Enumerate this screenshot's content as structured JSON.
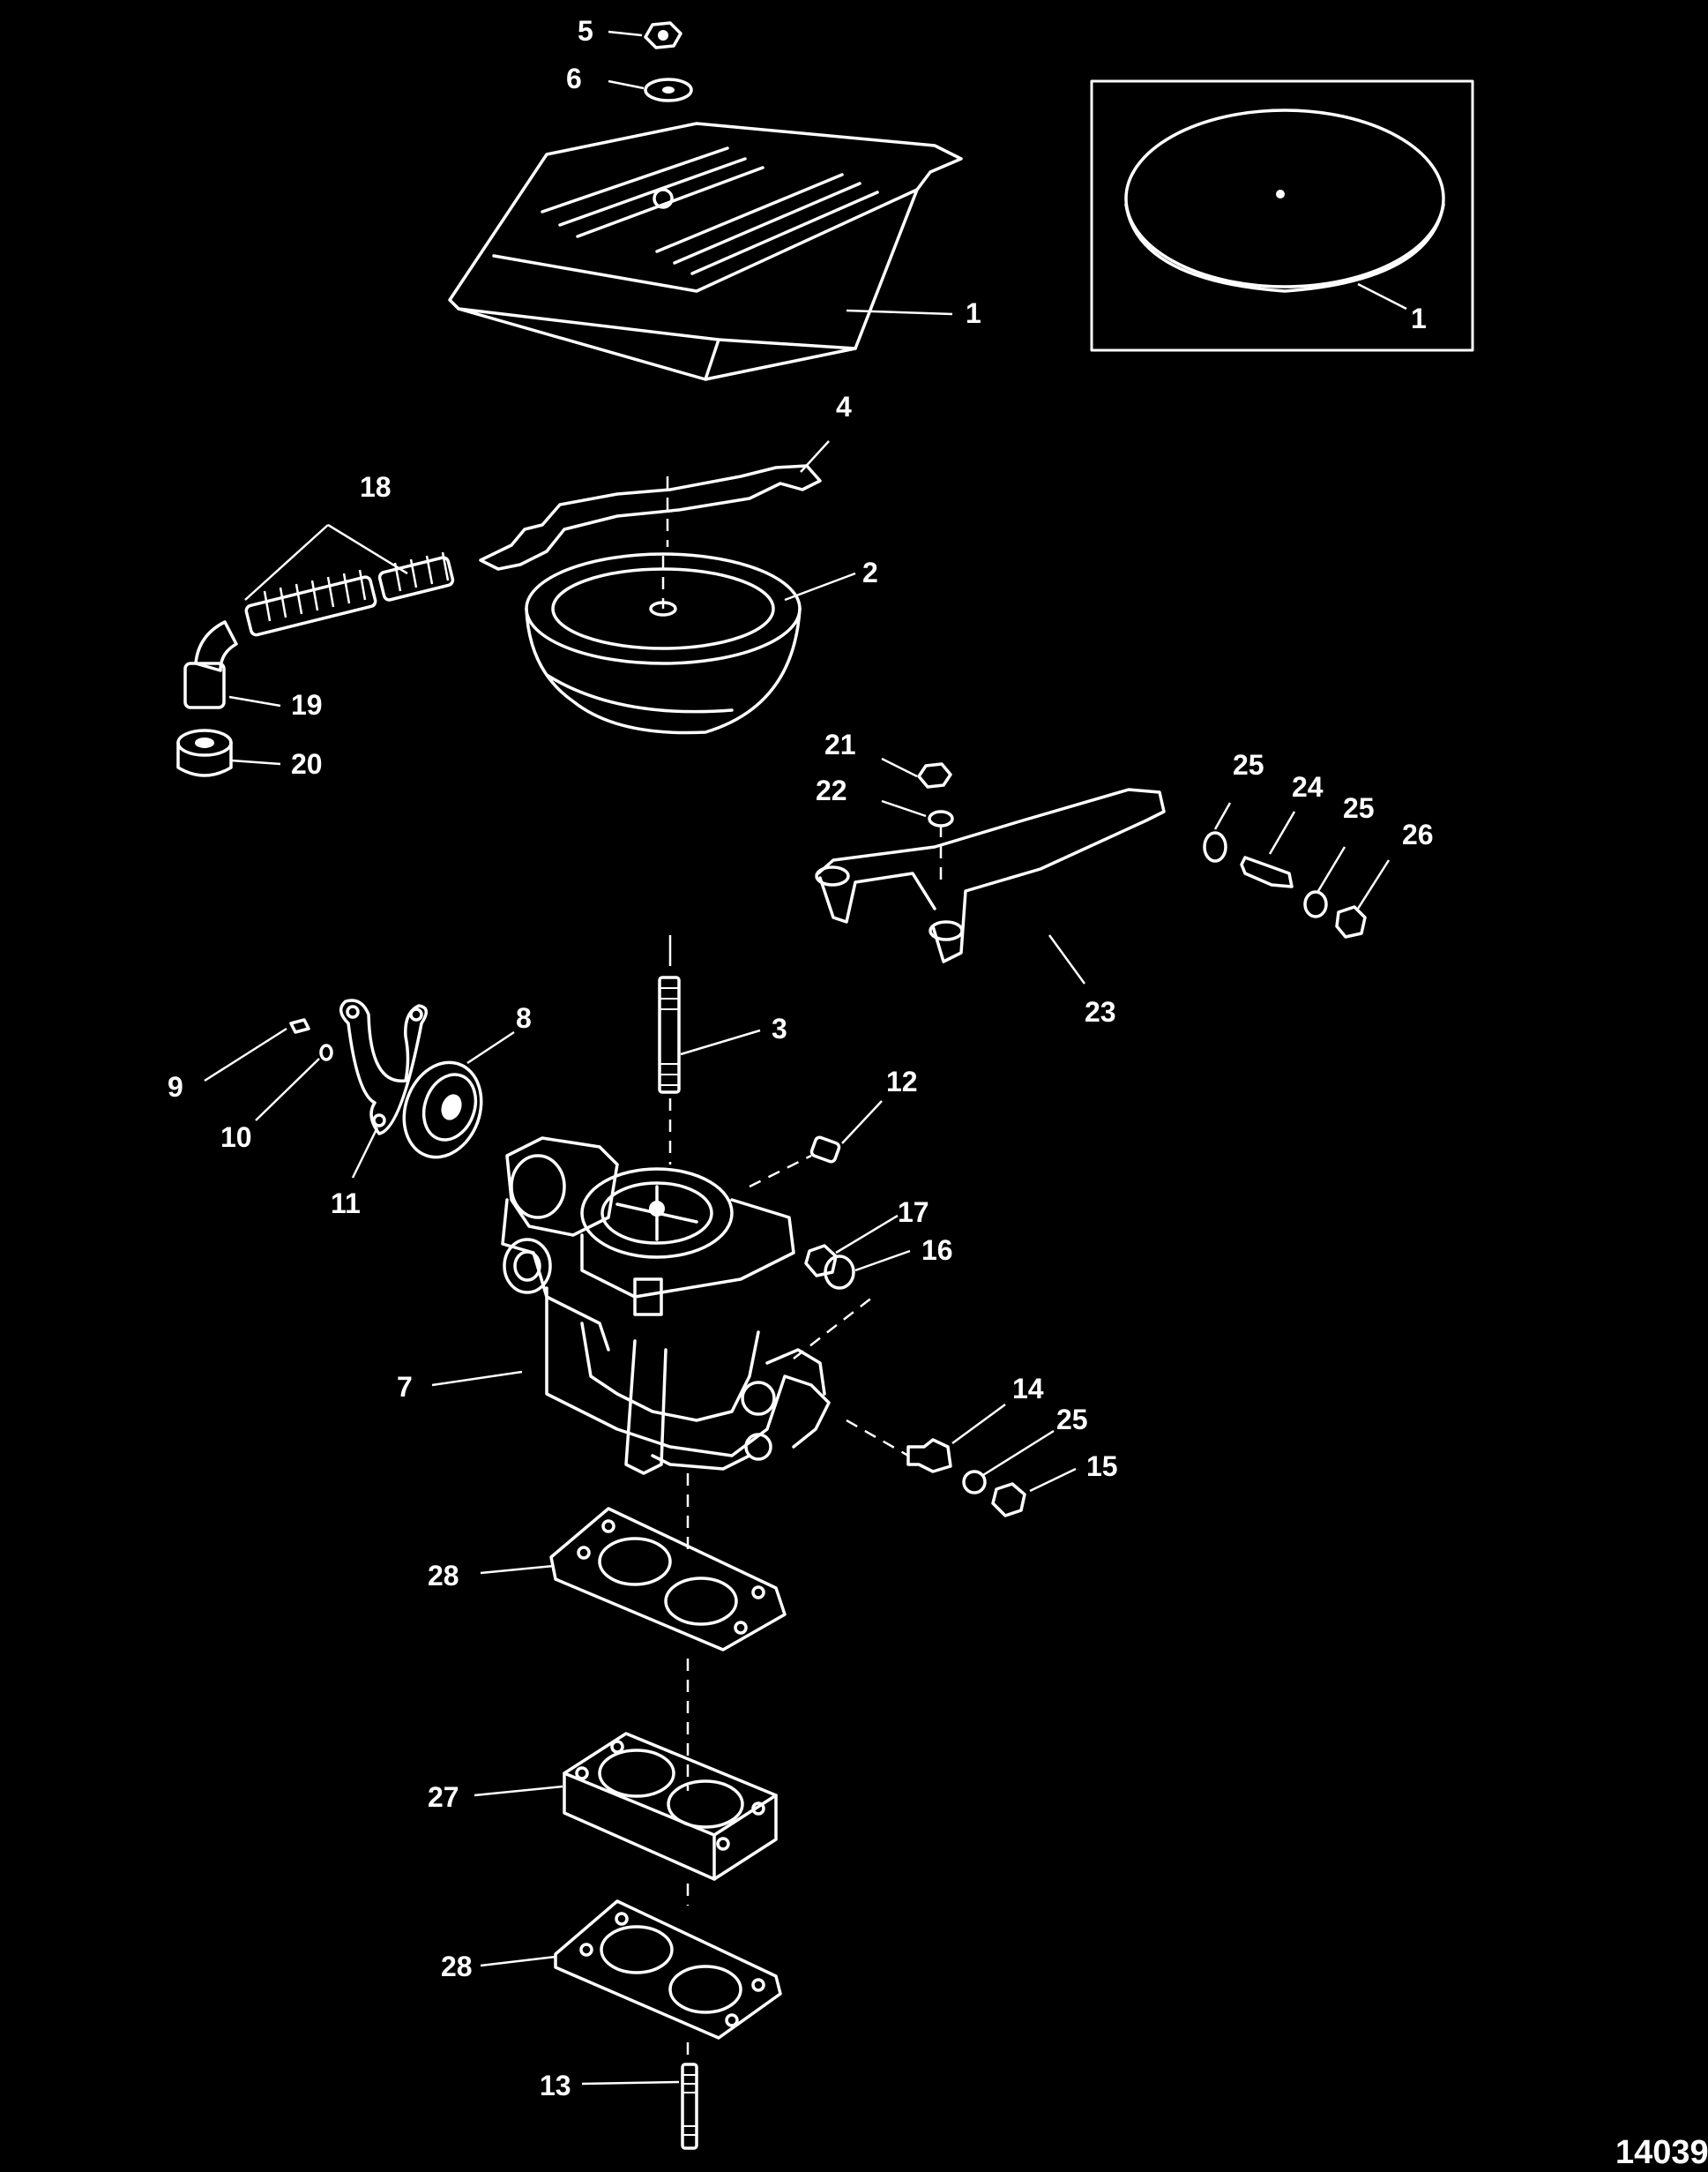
{
  "callouts": [
    {
      "id": "c1a",
      "text": "1"
    },
    {
      "id": "c1b",
      "text": "1"
    },
    {
      "id": "c2",
      "text": "2"
    },
    {
      "id": "c3",
      "text": "3"
    },
    {
      "id": "c4",
      "text": "4"
    },
    {
      "id": "c5",
      "text": "5"
    },
    {
      "id": "c6",
      "text": "6"
    },
    {
      "id": "c7",
      "text": "7"
    },
    {
      "id": "c8",
      "text": "8"
    },
    {
      "id": "c9",
      "text": "9"
    },
    {
      "id": "c10",
      "text": "10"
    },
    {
      "id": "c11",
      "text": "11"
    },
    {
      "id": "c12",
      "text": "12"
    },
    {
      "id": "c13",
      "text": "13"
    },
    {
      "id": "c14",
      "text": "14"
    },
    {
      "id": "c15",
      "text": "15"
    },
    {
      "id": "c16",
      "text": "16"
    },
    {
      "id": "c17",
      "text": "17"
    },
    {
      "id": "c18",
      "text": "18"
    },
    {
      "id": "c19",
      "text": "19"
    },
    {
      "id": "c20",
      "text": "20"
    },
    {
      "id": "c21",
      "text": "21"
    },
    {
      "id": "c22",
      "text": "22"
    },
    {
      "id": "c23",
      "text": "23"
    },
    {
      "id": "c24",
      "text": "24"
    },
    {
      "id": "c25a",
      "text": "25"
    },
    {
      "id": "c25b",
      "text": "25"
    },
    {
      "id": "c25c",
      "text": "25"
    },
    {
      "id": "c26",
      "text": "26"
    },
    {
      "id": "c27",
      "text": "27"
    },
    {
      "id": "c28a",
      "text": "28"
    },
    {
      "id": "c28b",
      "text": "28"
    }
  ],
  "figure_number": "14039",
  "colors": {
    "background": "#000000",
    "line": "#ffffff"
  }
}
